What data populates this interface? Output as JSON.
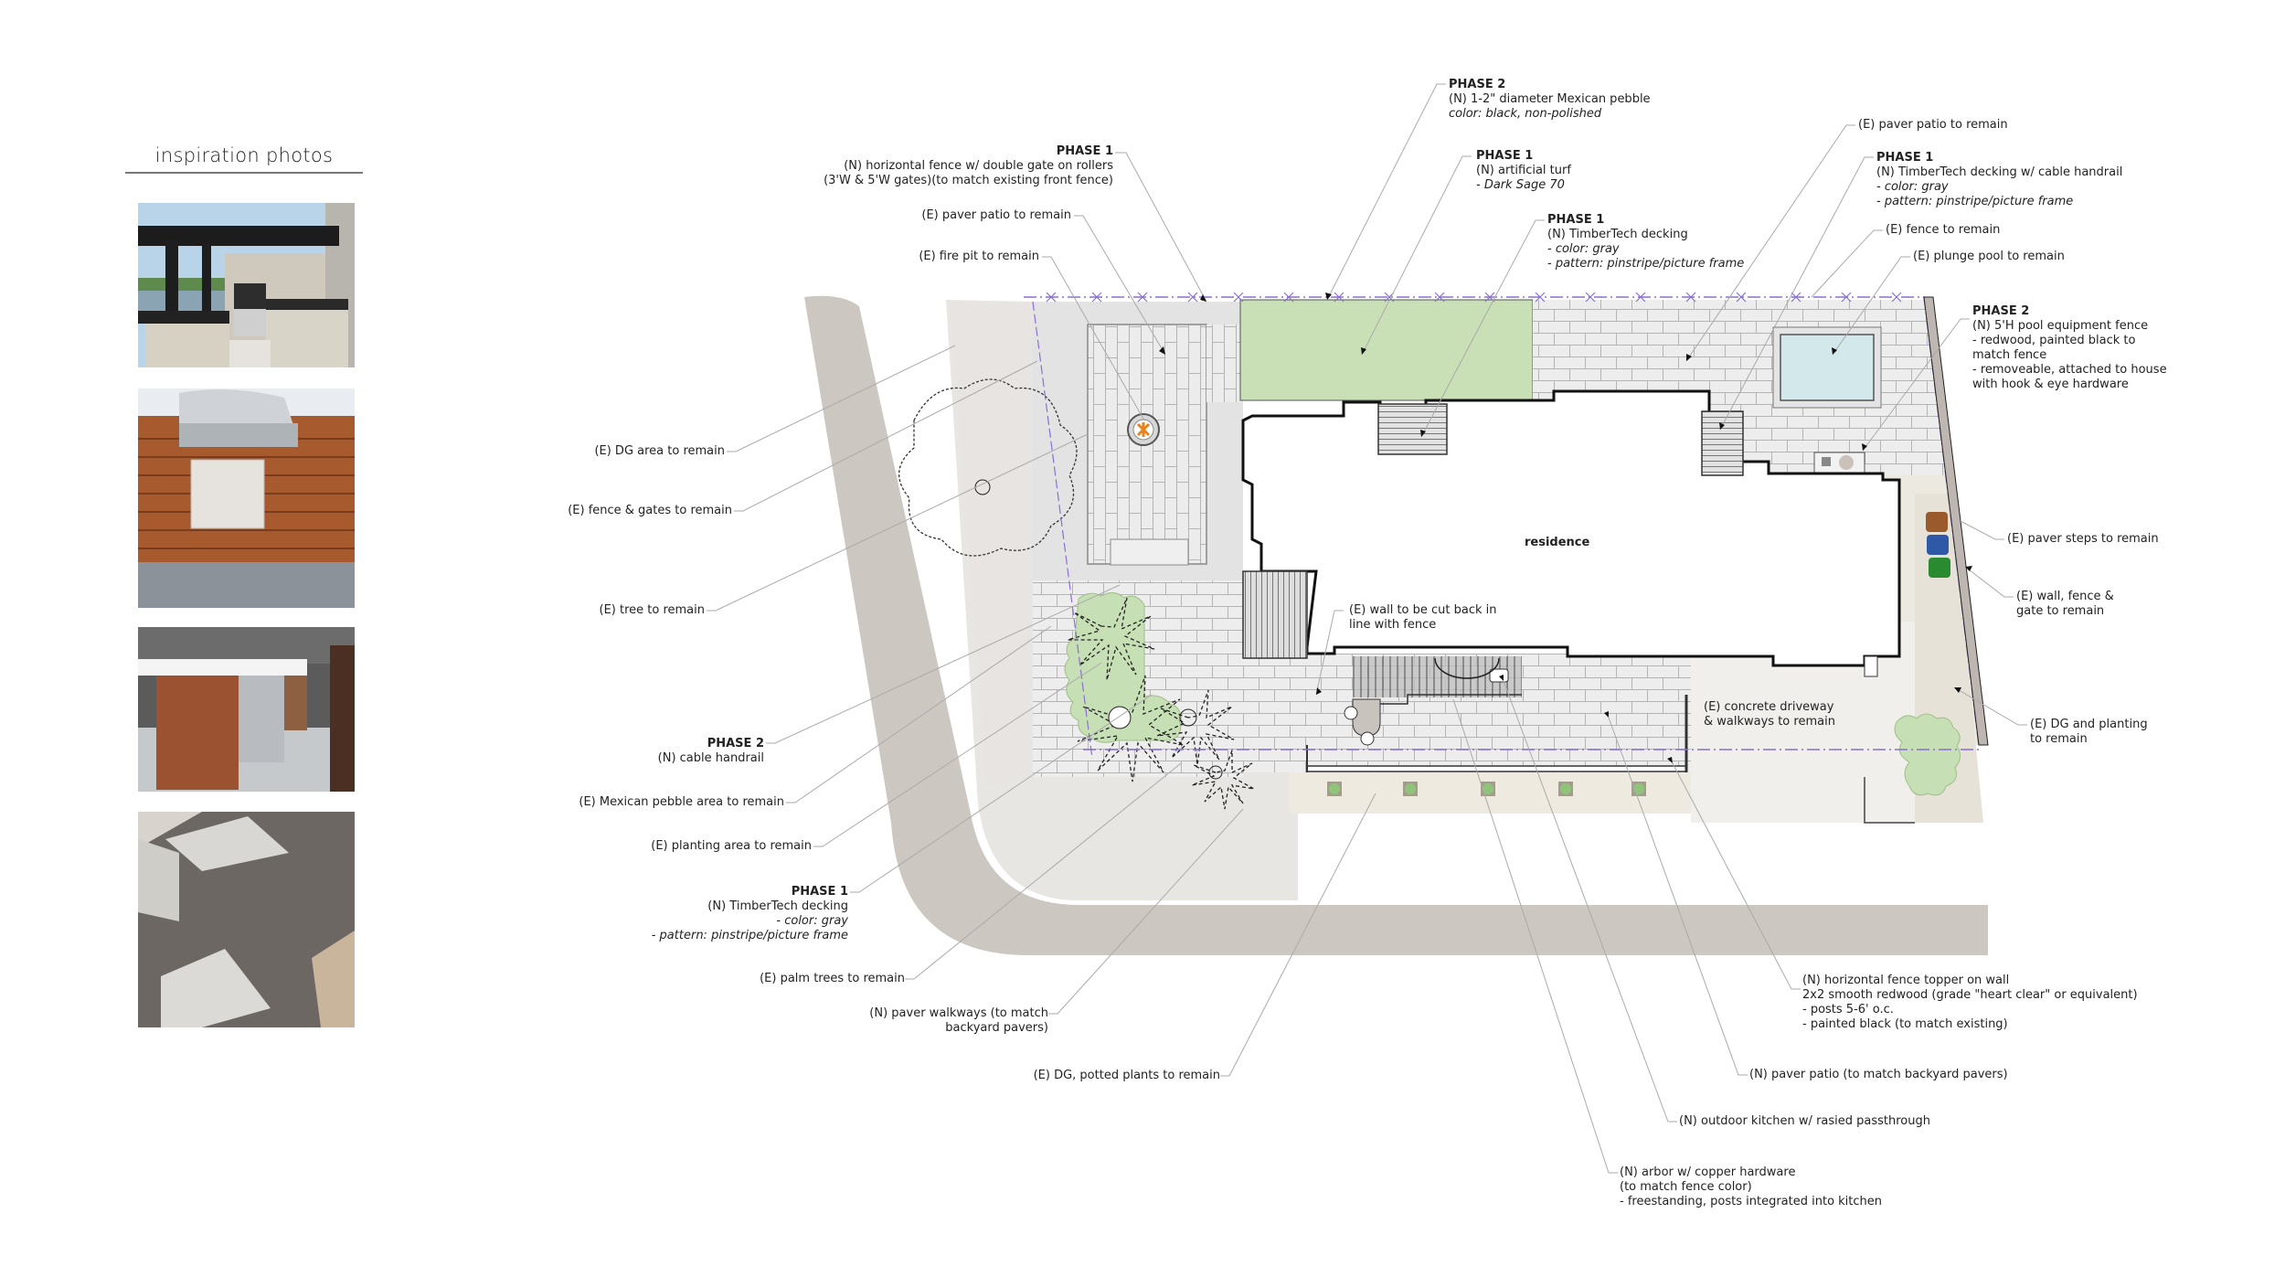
{
  "sidebar": {
    "title": "inspiration photos",
    "photos": [
      {
        "name": "pergola-outdoor-kitchen"
      },
      {
        "name": "wood-grill-island"
      },
      {
        "name": "wood-kitchen-counter"
      },
      {
        "name": "gray-deck-lounge"
      }
    ]
  },
  "plan": {
    "residence_label": "residence",
    "colors": {
      "street": "#cdc7c2",
      "dg": "#e9e7e3",
      "paver": "#ededed",
      "turf": "#c9dfb6",
      "pool": "#d3e8ea",
      "planting": "#c7dfb4",
      "driveway": "#f1efec",
      "fence_line": "#8a6fd1",
      "paver_step_brown": "#9a5a2c",
      "paver_step_blue": "#2f58a6",
      "paver_step_green": "#2a8a2f"
    }
  },
  "annotations": {
    "fence_phase1": {
      "phase": "PHASE 1",
      "lines": [
        "(N) horizontal fence w/ double gate on rollers",
        "(3'W & 5'W gates)(to match existing front fence)"
      ]
    },
    "paver_patio_left": {
      "lines": [
        "(E) paver patio to remain"
      ]
    },
    "fire_pit": {
      "lines": [
        "(E) fire pit to remain"
      ]
    },
    "pebble_phase2": {
      "phase": "PHASE 2",
      "lines": [
        "(N) 1-2\" diameter Mexican pebble"
      ],
      "italic": [
        "color: black, non-polished"
      ]
    },
    "turf_phase1": {
      "phase": "PHASE 1",
      "lines": [
        "(N) artificial turf"
      ],
      "italic": [
        "- Dark Sage 70"
      ]
    },
    "decking_top_phase1": {
      "phase": "PHASE 1",
      "lines": [
        "(N) TimberTech decking"
      ],
      "italic": [
        "- color: gray",
        "- pattern: pinstripe/picture frame"
      ]
    },
    "paver_patio_right": {
      "lines": [
        "(E) paver patio to remain"
      ]
    },
    "decking_handrail_phase1": {
      "phase": "PHASE 1",
      "lines": [
        "(N) TimberTech decking w/ cable handrail"
      ],
      "italic": [
        "- color: gray",
        "- pattern: pinstripe/picture frame"
      ]
    },
    "fence_remain": {
      "lines": [
        "(E) fence to remain"
      ]
    },
    "plunge_pool": {
      "lines": [
        "(E) plunge pool to remain"
      ]
    },
    "pool_fence_phase2": {
      "phase": "PHASE 2",
      "lines": [
        "(N) 5'H pool equipment fence",
        "- redwood, painted black to",
        "match fence",
        "- removeable, attached to house",
        "with hook & eye hardware"
      ]
    },
    "dg_area": {
      "lines": [
        "(E) DG area to remain"
      ]
    },
    "fence_gates": {
      "lines": [
        "(E) fence & gates to remain"
      ]
    },
    "tree": {
      "lines": [
        "(E) tree to remain"
      ]
    },
    "handrail_phase2": {
      "phase": "PHASE 2",
      "lines": [
        "(N) cable handrail"
      ]
    },
    "pebble_area": {
      "lines": [
        "(E) Mexican pebble area to remain"
      ]
    },
    "planting_area": {
      "lines": [
        "(E) planting area to remain"
      ]
    },
    "decking_left_phase1": {
      "phase": "PHASE 1",
      "lines": [
        "(N) TimberTech decking"
      ],
      "italic": [
        "- color: gray",
        "- pattern: pinstripe/picture frame"
      ]
    },
    "palm_trees": {
      "lines": [
        "(E) palm trees to remain"
      ]
    },
    "paver_walkways": {
      "lines": [
        "(N) paver walkways (to match",
        "backyard pavers)"
      ]
    },
    "dg_potted": {
      "lines": [
        "(E) DG, potted plants to remain"
      ]
    },
    "wall_cut": {
      "lines": [
        "(E) wall to be cut back in",
        "line with fence"
      ]
    },
    "paver_steps": {
      "lines": [
        "(E) paver steps to remain"
      ]
    },
    "wall_fence_gate": {
      "lines": [
        "(E) wall, fence &",
        "gate to remain"
      ]
    },
    "driveway": {
      "lines": [
        "(E) concrete driveway",
        "& walkways to remain"
      ]
    },
    "dg_planting": {
      "lines": [
        "(E) DG and planting",
        "to remain"
      ]
    },
    "fence_topper": {
      "lines": [
        "(N) horizontal fence topper on wall",
        "2x2 smooth redwood (grade \"heart clear\" or equivalent)",
        "- posts 5-6' o.c.",
        "- painted black (to match existing)"
      ]
    },
    "paver_patio_new": {
      "lines": [
        "(N) paver patio (to match backyard pavers)"
      ]
    },
    "outdoor_kitchen": {
      "lines": [
        "(N) outdoor kitchen w/ rasied passthrough"
      ]
    },
    "arbor": {
      "lines": [
        "(N) arbor w/ copper hardware",
        "(to match fence color)",
        "- freestanding, posts integrated into kitchen"
      ]
    }
  }
}
